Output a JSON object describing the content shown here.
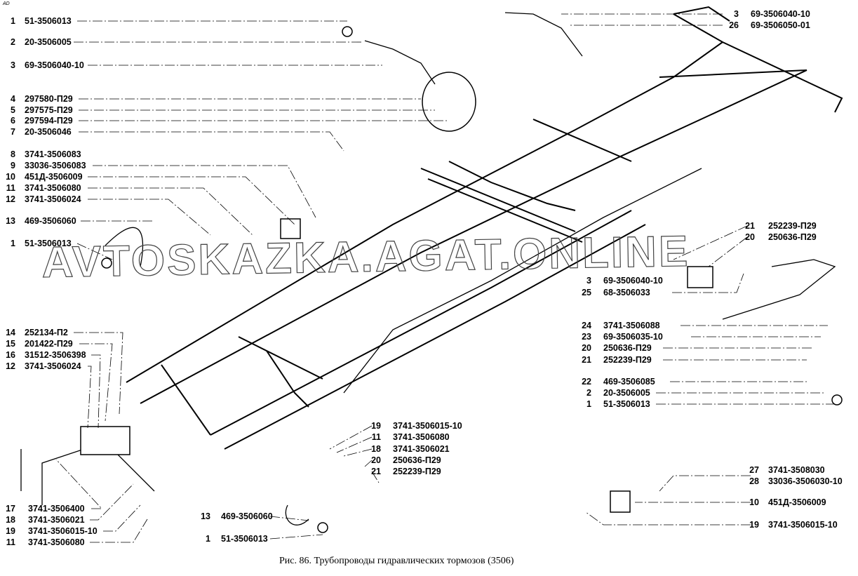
{
  "corner_mark": "AD",
  "caption": "Рис. 86. Трубопроводы гидравлических тормозов (3506)",
  "watermark": "AVTOSKAZKA.AGAT.ONLINE",
  "callouts": [
    {
      "num": "1",
      "code": "51-3506013"
    },
    {
      "num": "2",
      "code": "20-3506005"
    },
    {
      "num": "3",
      "code": "69-3506040-10"
    },
    {
      "num": "4",
      "code": "297580-П29"
    },
    {
      "num": "5",
      "code": "297575-П29"
    },
    {
      "num": "6",
      "code": "297594-П29"
    },
    {
      "num": "7",
      "code": "20-3506046"
    },
    {
      "num": "8",
      "code": "3741-3506083"
    },
    {
      "num": "9",
      "code": "33036-3506083"
    },
    {
      "num": "10",
      "code": "451Д-3506009"
    },
    {
      "num": "11",
      "code": "3741-3506080"
    },
    {
      "num": "12",
      "code": "3741-3506024"
    },
    {
      "num": "13",
      "code": "469-3506060"
    },
    {
      "num": "1",
      "code": "51-3506013"
    },
    {
      "num": "14",
      "code": "252134-П2"
    },
    {
      "num": "15",
      "code": "201422-П29"
    },
    {
      "num": "16",
      "code": "31512-3506398"
    },
    {
      "num": "12",
      "code": "3741-3506024"
    },
    {
      "num": "17",
      "code": "3741-3506400"
    },
    {
      "num": "18",
      "code": "3741-3506021"
    },
    {
      "num": "19",
      "code": "3741-3506015-10"
    },
    {
      "num": "11",
      "code": "3741-3506080"
    },
    {
      "num": "3",
      "code": "69-3506040-10"
    },
    {
      "num": "26",
      "code": "69-3506050-01"
    },
    {
      "num": "21",
      "code": "252239-П29"
    },
    {
      "num": "20",
      "code": "250636-П29"
    },
    {
      "num": "3",
      "code": "69-3506040-10"
    },
    {
      "num": "25",
      "code": "68-3506033"
    },
    {
      "num": "24",
      "code": "3741-3506088"
    },
    {
      "num": "23",
      "code": "69-3506035-10"
    },
    {
      "num": "20",
      "code": "250636-П29"
    },
    {
      "num": "21",
      "code": "252239-П29"
    },
    {
      "num": "22",
      "code": "469-3506085"
    },
    {
      "num": "2",
      "code": "20-3506005"
    },
    {
      "num": "1",
      "code": "51-3506013"
    },
    {
      "num": "19",
      "code": "3741-3506015-10"
    },
    {
      "num": "11",
      "code": "3741-3506080"
    },
    {
      "num": "18",
      "code": "3741-3506021"
    },
    {
      "num": "20",
      "code": "250636-П29"
    },
    {
      "num": "21",
      "code": "252239-П29"
    },
    {
      "num": "13",
      "code": "469-3506060"
    },
    {
      "num": "1",
      "code": "51-3506013"
    },
    {
      "num": "27",
      "code": "3741-3508030"
    },
    {
      "num": "28",
      "code": "33036-3506030-10"
    },
    {
      "num": "10",
      "code": "451Д-3506009"
    },
    {
      "num": "19",
      "code": "3741-3506015-10"
    }
  ]
}
